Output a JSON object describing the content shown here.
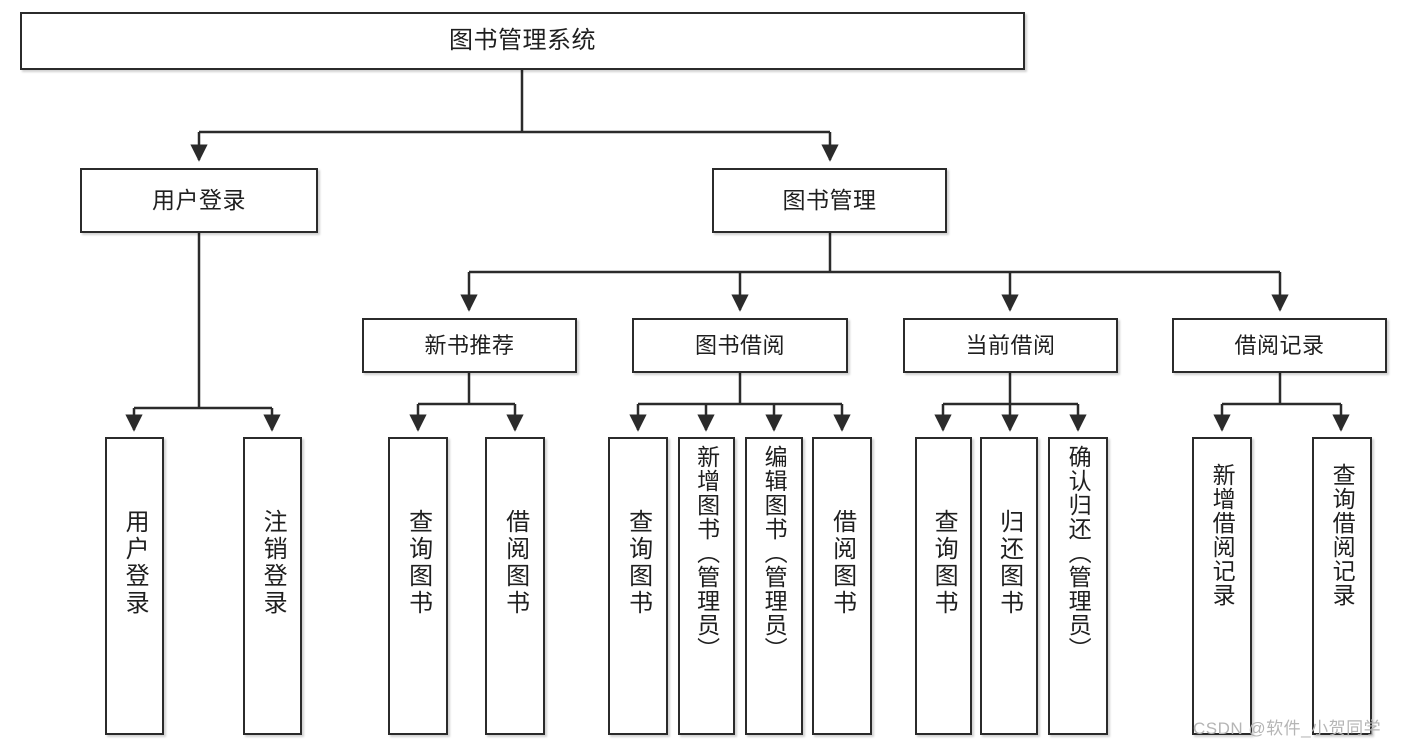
{
  "diagram": {
    "title_text": "图书管理系统",
    "type": "tree-hierarchy-chart",
    "colors": {
      "box_border": "#2b2b2b",
      "box_fill": "#ffffff",
      "edge": "#2b2b2b",
      "watermark": "#b5b5b5",
      "background": "#ffffff"
    },
    "levels": {
      "root": {
        "label": "图书管理系统"
      },
      "level2": [
        {
          "id": "user-login",
          "label": "用户登录"
        },
        {
          "id": "book-management",
          "label": "图书管理"
        }
      ],
      "level3": [
        {
          "id": "new-book-recommend",
          "label": "新书推荐"
        },
        {
          "id": "book-borrow",
          "label": "图书借阅"
        },
        {
          "id": "current-borrow",
          "label": "当前借阅"
        },
        {
          "id": "borrow-record",
          "label": "借阅记录"
        }
      ],
      "leaves": {
        "user_login": [
          {
            "id": "leaf-user-login",
            "label": "用户登录"
          },
          {
            "id": "leaf-logout-login",
            "label": "注销登录"
          }
        ],
        "new_book_recommend": [
          {
            "id": "leaf-query-book-1",
            "label": "查询图书"
          },
          {
            "id": "leaf-borrow-book-1",
            "label": "借阅图书"
          }
        ],
        "book_borrow": [
          {
            "id": "leaf-query-book-2",
            "label": "查询图书"
          },
          {
            "id": "leaf-add-book-admin",
            "label": "新增图书（管理员）"
          },
          {
            "id": "leaf-edit-book-admin",
            "label": "编辑图书（管理员）"
          },
          {
            "id": "leaf-borrow-book-2",
            "label": "借阅图书"
          }
        ],
        "current_borrow": [
          {
            "id": "leaf-query-book-3",
            "label": "查询图书"
          },
          {
            "id": "leaf-return-book",
            "label": "归还图书"
          },
          {
            "id": "leaf-confirm-return-admin",
            "label": "确认归还（管理员）"
          }
        ],
        "borrow_record": [
          {
            "id": "leaf-add-borrow-record",
            "label": "新增借阅记录"
          },
          {
            "id": "leaf-query-borrow-record",
            "label": "查询借阅记录"
          }
        ]
      }
    },
    "watermark": "CSDN @软件_小贺同学"
  }
}
